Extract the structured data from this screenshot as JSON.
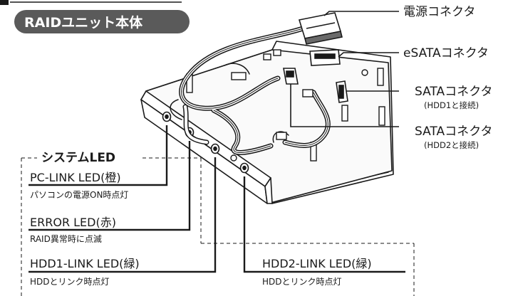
{
  "header": {
    "unit_label": "RAIDユニット本体"
  },
  "connectors": {
    "power": "電源コネクタ",
    "esata": "eSATAコネクタ",
    "sata1": "SATAコネクタ",
    "sata1_note": "(HDD1と接続)",
    "sata2": "SATAコネクタ",
    "sata2_note": "(HDD2と接続)"
  },
  "system_led": {
    "title": "システムLED",
    "items": [
      {
        "name": "PC-LINK LED(橙)",
        "desc": "パソコンの電源ON時点灯"
      },
      {
        "name": "ERROR LED(赤)",
        "desc": "RAID異常時に点滅"
      },
      {
        "name": "HDD1-LINK LED(緑)",
        "desc": "HDDとリンク時点灯"
      },
      {
        "name": "HDD2-LINK LED(緑)",
        "desc": "HDDとリンク時点灯"
      }
    ]
  },
  "colors": {
    "pill_bg": "#5a5a5a",
    "line": "#1a1a1a"
  }
}
